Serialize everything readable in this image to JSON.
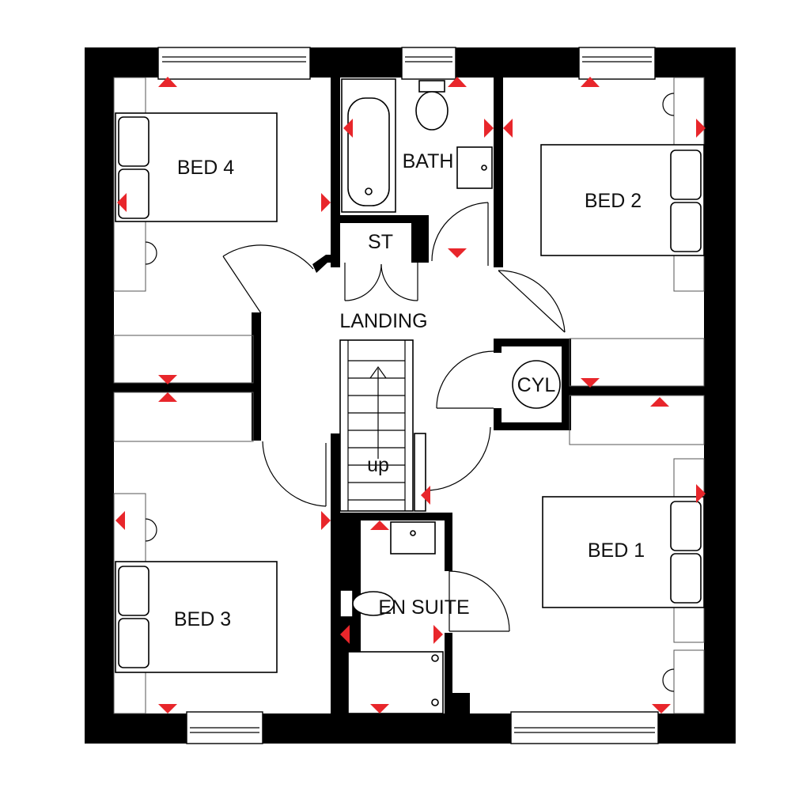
{
  "rooms": {
    "bed4": "BED 4",
    "bath": "BATH",
    "bed2": "BED 2",
    "st": "ST",
    "landing": "LANDING",
    "cyl": "CYL",
    "up": "up",
    "bed1": "BED 1",
    "bed3": "BED 3",
    "en_suite": "EN SUITE"
  },
  "colors": {
    "walls": "#000000",
    "markers": "#e8262b",
    "background": "#ffffff"
  },
  "icons": {
    "markers": "red-triangle-measurement-arrow"
  }
}
